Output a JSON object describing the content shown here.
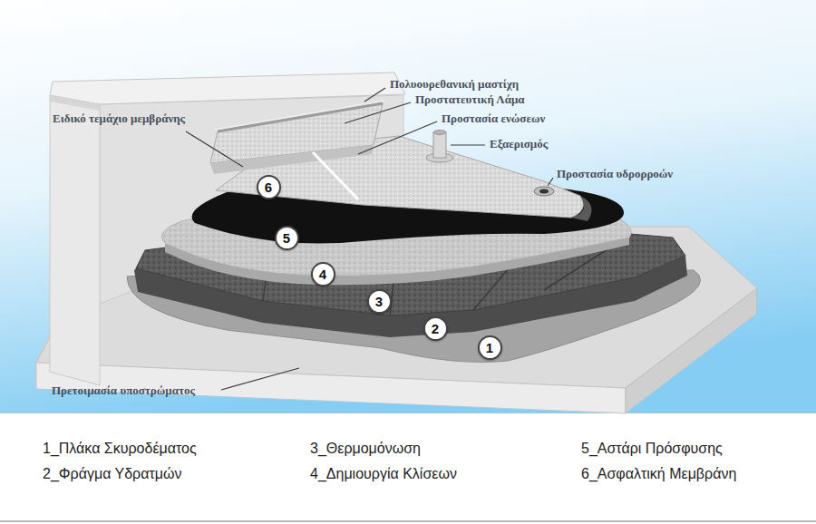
{
  "diagram": {
    "nodes": [
      {
        "text": [
          "6"
        ]
      },
      {
        "text": [
          "5"
        ]
      },
      {
        "text": [
          "4"
        ]
      },
      {
        "text": [
          "3"
        ]
      },
      {
        "text": [
          "2"
        ]
      },
      {
        "text": [
          "1"
        ]
      }
    ],
    "labels": [
      "Πολυουρεθανική μαστίχη",
      "Προστατευτική Λάμα",
      "Ειδικό τεμάχιο μεμβράνης",
      "Προστασία ενώσεων",
      "Εξαερισμός",
      "Προστασία υδρορροών",
      "Πρετοιμασία υποστρώματος",
      "1_Πλάκα Σκυροδέματος",
      "3_Θερμομόνωση",
      "5_Αστάρι Πρόσφυσης",
      "2_Φράγμα Υδρατμών",
      "4_Δημιουργία Κλίσεων",
      "6_Ασφαλτική Μεμβράνη"
    ]
  }
}
